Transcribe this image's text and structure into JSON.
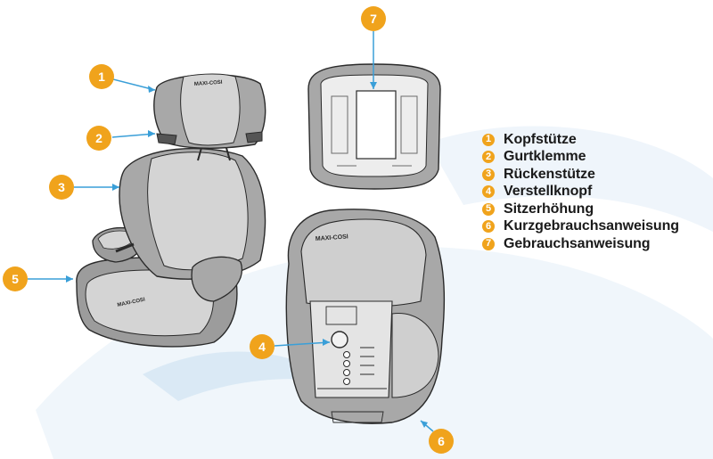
{
  "colors": {
    "accent": "#f0a31c",
    "badge_text": "#ffffff",
    "seat_dark": "#9c9c9c",
    "seat_light": "#d2d2d2",
    "outline": "#2a2a2a",
    "watermark": "#e3eef7"
  },
  "brand_marks": {
    "headrest": "MAXI-COSI",
    "seat_cushion": "MAXI-COSI",
    "back_view": "MAXI-COSI"
  },
  "callouts": [
    {
      "number": "1",
      "target": "Kopfstütze"
    },
    {
      "number": "2",
      "target": "Gurtklemme"
    },
    {
      "number": "3",
      "target": "Rückenstütze"
    },
    {
      "number": "4",
      "target": "Verstellknopf"
    },
    {
      "number": "5",
      "target": "Sitzerhöhung"
    },
    {
      "number": "6",
      "target": "Kurzgebrauchsanweisung"
    },
    {
      "number": "7",
      "target": "Gebrauchsanweisung"
    }
  ],
  "legend": [
    {
      "number": "1",
      "label": "Kopfstütze"
    },
    {
      "number": "2",
      "label": "Gurtklemme"
    },
    {
      "number": "3",
      "label": "Rückenstütze"
    },
    {
      "number": "4",
      "label": "Verstellknopf"
    },
    {
      "number": "5",
      "label": "Sitzerhöhung"
    },
    {
      "number": "6",
      "label": "Kurzgebrauchsanweisung"
    },
    {
      "number": "7",
      "label": "Gebrauchsanweisung"
    }
  ]
}
